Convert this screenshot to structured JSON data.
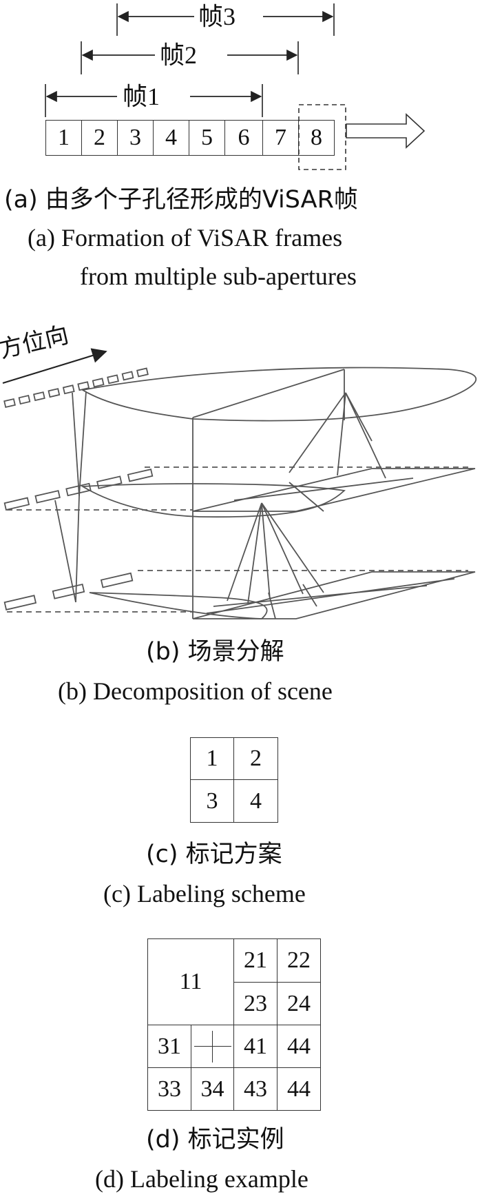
{
  "panel_a": {
    "frame_labels": [
      "帧3",
      "帧2",
      "帧1"
    ],
    "cells": [
      "1",
      "2",
      "3",
      "4",
      "5",
      "6",
      "7",
      "8"
    ],
    "caption_zh": "(a) 由多个子孔径形成的ViSAR帧",
    "caption_en_line1": "(a) Formation of ViSAR frames",
    "caption_en_line2": "from multiple sub-apertures"
  },
  "panel_b": {
    "direction_label": "方位向",
    "caption_zh": "(b) 场景分解",
    "caption_en": "(b) Decomposition of scene"
  },
  "panel_c": {
    "cells": [
      "1",
      "2",
      "3",
      "4"
    ],
    "caption_zh": "(c) 标记方案",
    "caption_en": "(c) Labeling scheme"
  },
  "panel_d": {
    "big_cell": "11",
    "top_right": [
      "21",
      "22",
      "23",
      "24"
    ],
    "row3": [
      "31",
      "41",
      "44"
    ],
    "row4": [
      "33",
      "34",
      "43",
      "44"
    ],
    "caption_zh": "(d) 标记实例",
    "caption_en": "(d) Labeling example"
  }
}
